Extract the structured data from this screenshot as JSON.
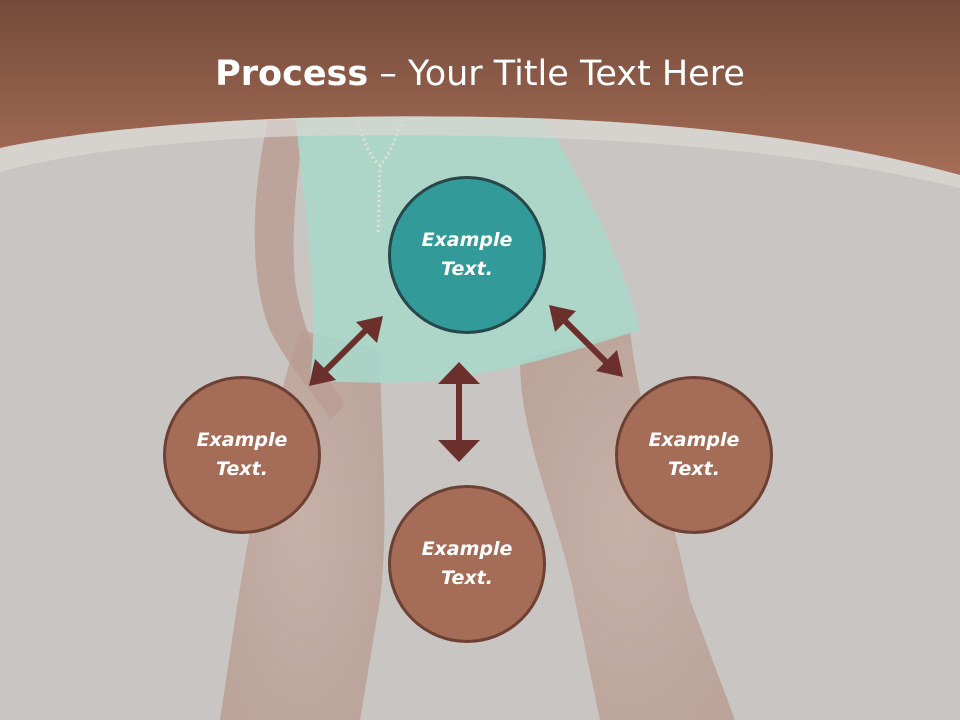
{
  "slide": {
    "title_bold": "Process",
    "title_rest": " – Your Title Text Here"
  },
  "circles": {
    "center": "Example Text.",
    "left": "Example Text.",
    "bottom": "Example Text.",
    "right": "Example Text."
  },
  "colors": {
    "header": "#a56d57",
    "header_dark": "#744a3a",
    "circle_brown": "#a56d57",
    "circle_teal": "#329a99",
    "arrow": "#6b2f2c",
    "background": "#c9c5c2"
  }
}
